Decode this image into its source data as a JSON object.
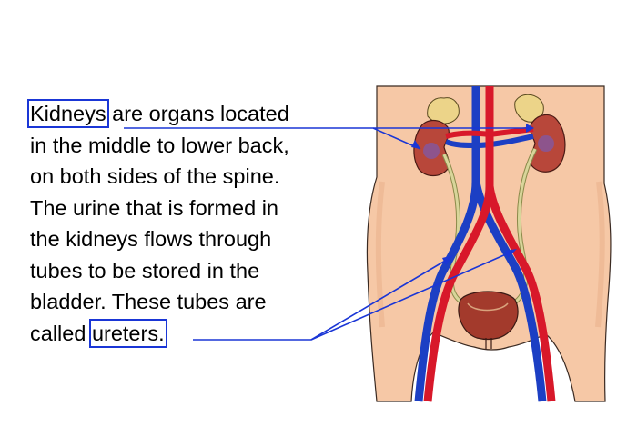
{
  "paragraph": {
    "lines": [
      {
        "pre": "",
        "term": "Kidneys",
        "post": " are organs located"
      },
      {
        "text": "in the middle to lower back,"
      },
      {
        "text": "on both sides of the spine."
      },
      {
        "text": "The urine that is formed in"
      },
      {
        "text": "the kidneys flows through"
      },
      {
        "text": "tubes to be stored in the"
      },
      {
        "text": "bladder. These tubes are"
      },
      {
        "pre": "called ",
        "term": "ureters.",
        "post": ""
      }
    ]
  },
  "colors": {
    "callout": "#1a36d6",
    "skin": "#f6c8a6",
    "skin_outline": "#3a2a22",
    "artery": "#d8182a",
    "vein": "#1c3fc4",
    "kidney": "#b8473a",
    "ureter": "#d8d59a",
    "bladder": "#a33a2c",
    "adrenal": "#ecd489"
  }
}
